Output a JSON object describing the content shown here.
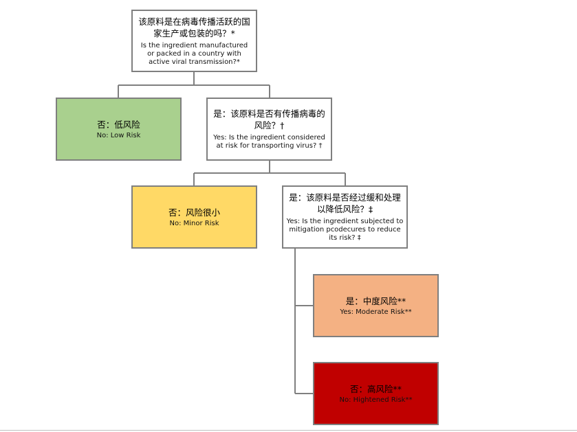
{
  "nodes": {
    "q1": {
      "zh": "该原料是在病毒传播活跃的国家生产或包装的吗？*",
      "en": "Is the ingredient manufactured or packed in a country with active viral transmission?*"
    },
    "low": {
      "zh": "否：低风险",
      "en": "No: Low Risk"
    },
    "q2": {
      "zh": "是：该原料是否有传播病毒的风险？†",
      "en": "Yes: Is the ingredient considered at risk for transporting virus? †"
    },
    "minor": {
      "zh": "否：风险很小",
      "en": "No: Minor Risk"
    },
    "q3": {
      "zh": "是：该原料是否经过缓和处理以降低风险？‡",
      "en": "Yes: Is the ingredient subjected to mitigation pcodecures to reduce its risk? ‡"
    },
    "moderate": {
      "zh": "是：中度风险**",
      "en": "Yes: Moderate Risk**"
    },
    "high": {
      "zh": "否：高风险**",
      "en": "No: Hightened Risk**"
    }
  },
  "colors": {
    "low": "#a9d08e",
    "minor": "#ffd966",
    "moderate": "#f4b183",
    "high": "#c00000",
    "border": "#7f7f7f",
    "connector": "#7f7f7f"
  }
}
